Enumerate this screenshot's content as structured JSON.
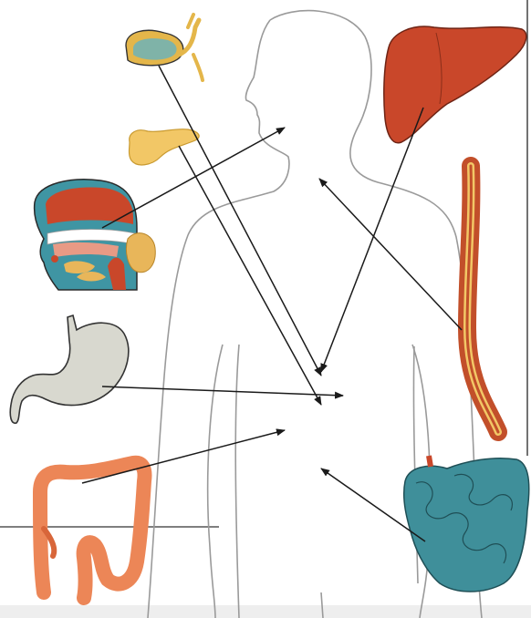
{
  "diagram": {
    "kind": "digestive-system-matching",
    "organs": [
      {
        "id": "gallbladder",
        "icon": "gallbladder-icon"
      },
      {
        "id": "pancreas",
        "icon": "pancreas-icon"
      },
      {
        "id": "mouth",
        "icon": "mouth-cross-section-icon"
      },
      {
        "id": "stomach",
        "icon": "stomach-icon"
      },
      {
        "id": "large-intestine",
        "icon": "large-intestine-icon"
      },
      {
        "id": "liver",
        "icon": "liver-icon"
      },
      {
        "id": "esophagus",
        "icon": "esophagus-icon"
      },
      {
        "id": "small-intestine",
        "icon": "small-intestine-icon"
      }
    ],
    "colors": {
      "liver": "#c9472a",
      "gallbladder-fill": "#7fb3a8",
      "pancreas": "#f2c766",
      "stomach": "#d8d8cf",
      "large-intestine": "#ec8657",
      "small-intestine": "#3f8f9a",
      "esophagus": "#c24f2a",
      "mouth-blue": "#3f95a3",
      "body-outline": "#9a9a9a",
      "arrow": "#1a1a1a"
    }
  }
}
